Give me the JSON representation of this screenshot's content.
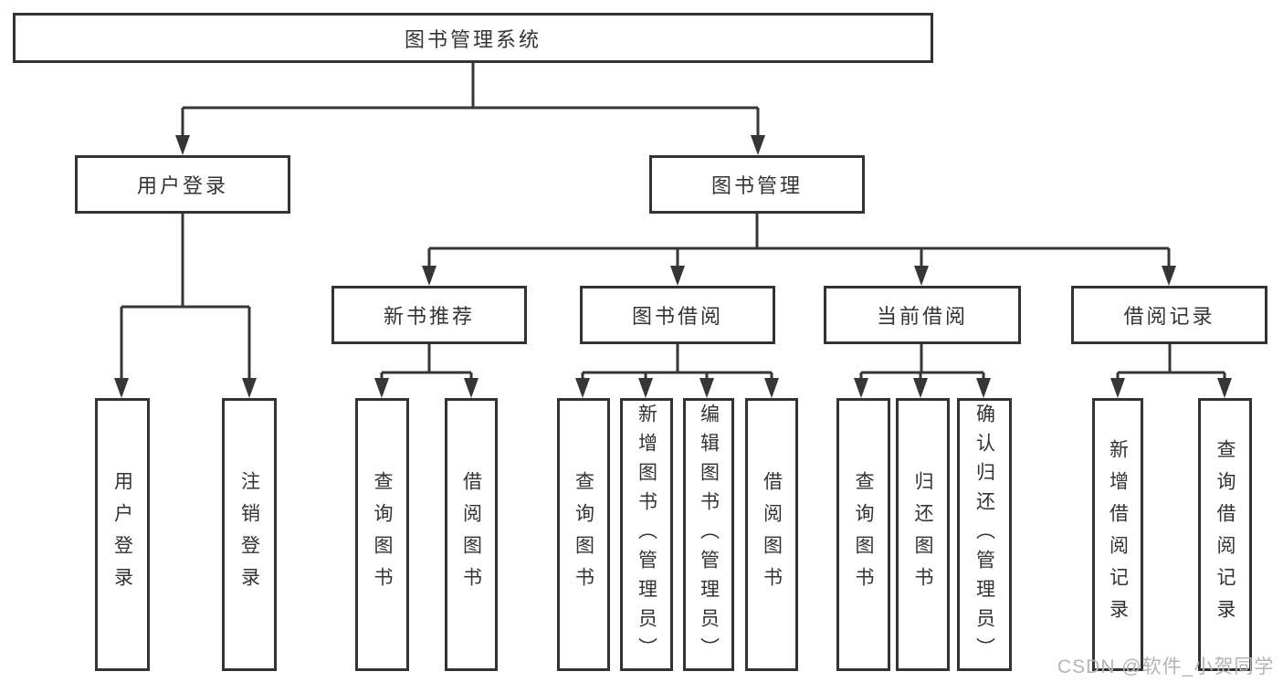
{
  "colors": {
    "line": "#333333",
    "box_border": "#333333",
    "text": "#333333",
    "watermark": "#b4b4b4",
    "background": "#ffffff"
  },
  "tree": {
    "root": "图书管理系统",
    "branches": [
      {
        "label": "用户登录",
        "leaves": [
          "用户登录",
          "注销登录"
        ]
      },
      {
        "label": "图书管理",
        "groups": [
          {
            "label": "新书推荐",
            "leaves": [
              "查询图书",
              "借阅图书"
            ]
          },
          {
            "label": "图书借阅",
            "leaves": [
              "查询图书",
              "新增图书（管理员）",
              "编辑图书（管理员）",
              "借阅图书"
            ]
          },
          {
            "label": "当前借阅",
            "leaves": [
              "查询图书",
              "归还图书",
              "确认归还（管理员）"
            ]
          },
          {
            "label": "借阅记录",
            "leaves": [
              "新增借阅记录",
              "查询借阅记录"
            ]
          }
        ]
      }
    ]
  },
  "watermark": "CSDN @软件_小贺同学"
}
